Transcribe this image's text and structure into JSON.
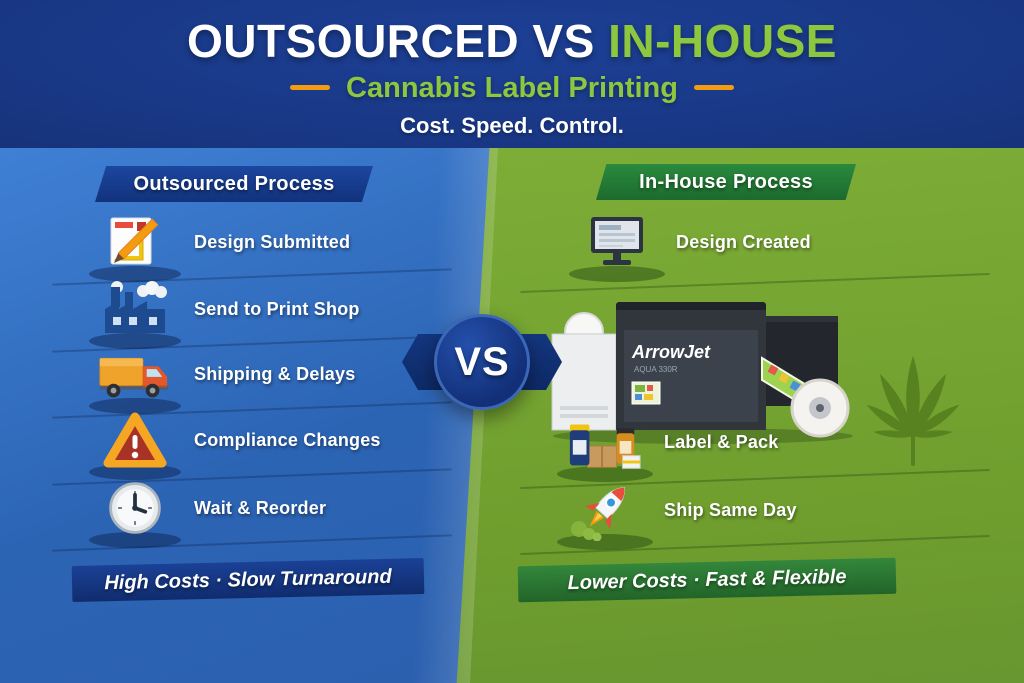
{
  "header": {
    "title_main": "OUTSOURCED VS",
    "title_accent": "IN-HOUSE",
    "subtitle": "Cannabis Label Printing",
    "tagline": "Cost. Speed. Control."
  },
  "vs_badge": {
    "label": "VS"
  },
  "left": {
    "banner": "Outsourced Process",
    "steps": [
      {
        "icon": "design-icon",
        "label": "Design Submitted"
      },
      {
        "icon": "factory-icon",
        "label": "Send to Print Shop"
      },
      {
        "icon": "truck-icon",
        "label": "Shipping & Delays"
      },
      {
        "icon": "warning-icon",
        "label": "Compliance Changes"
      },
      {
        "icon": "clock-icon",
        "label": "Wait & Reorder"
      }
    ],
    "footer": "High Costs · Slow Turnaround"
  },
  "right": {
    "banner": "In-House Process",
    "steps": [
      {
        "icon": "monitor-icon",
        "label": "Design Created"
      },
      {
        "icon": "jars-icon",
        "label": "Label & Pack"
      },
      {
        "icon": "rocket-icon",
        "label": "Ship Same Day"
      }
    ],
    "printer": {
      "brand": "ArrowJet",
      "model": "AQUA 330R"
    },
    "footer": "Lower Costs · Fast & Flexible"
  },
  "colors": {
    "header_bg": "#16317d",
    "left_panel": "#2e66b5",
    "right_panel": "#74a431",
    "accent_green": "#8dc63f",
    "dash_orange": "#f39c12",
    "banner_blue": "#12327c",
    "banner_green": "#1c6b2d"
  }
}
